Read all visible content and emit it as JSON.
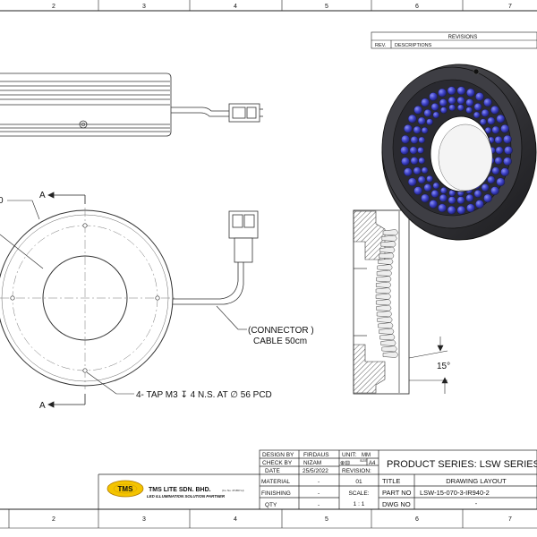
{
  "border": {
    "zone_numbers_top": [
      "2",
      "3",
      "4",
      "5",
      "6",
      "7"
    ],
    "zone_numbers_bottom": [
      "2",
      "3",
      "4",
      "5",
      "6",
      "7"
    ]
  },
  "revisions": {
    "title": "REVISIONS",
    "col_rev": "REV.",
    "col_desc": "DESCRIPTIONS"
  },
  "views": {
    "section_marker": "A",
    "partial_dim": "0",
    "connector_note_line1": "(CONNECTOR )",
    "connector_note_line2": "CABLE 50cm",
    "tap_note": "4- TAP M3 ↧ 4 N.S. AT ∅ 56 PCD",
    "angle_label": "15°"
  },
  "title_block": {
    "design_by_label": "DESIGN BY",
    "design_by_value": "FIRDAUS",
    "check_by_label": "CHECK BY",
    "check_by_value": "NIZAM",
    "date_label": "DATE",
    "date_value": "25/5/2022",
    "material_label": "MATERIAL",
    "material_value": "-",
    "finishing_label": "FINISHING",
    "finishing_value": "-",
    "qty_label": "QTY",
    "qty_value": "-",
    "unit_label": "UNIT:",
    "unit_value": "MM",
    "projection_symbol": "⊕⊟",
    "size_label": "SIZE",
    "size_value": "A4",
    "revision_label": "REVISION:",
    "revision_value": "01",
    "scale_label": "SCALE:",
    "scale_value": "1 : 1",
    "product_series": "PRODUCT SERIES: LSW SERIES",
    "title_label": "TITLE",
    "title_value": "DRAWING LAYOUT",
    "part_no_label": "PART NO",
    "part_no_value": "LSW-15-070-3-IR940-2",
    "dwg_no_label": "DWG NO",
    "dwg_no_value": "-",
    "logo_text": "TMS",
    "company_name": "TMS LITE SDN. BHD.",
    "company_reg": "(Co. No. 471657-H)",
    "company_tagline": "LED ILLUMINATION SOLUTION PARTNER"
  }
}
